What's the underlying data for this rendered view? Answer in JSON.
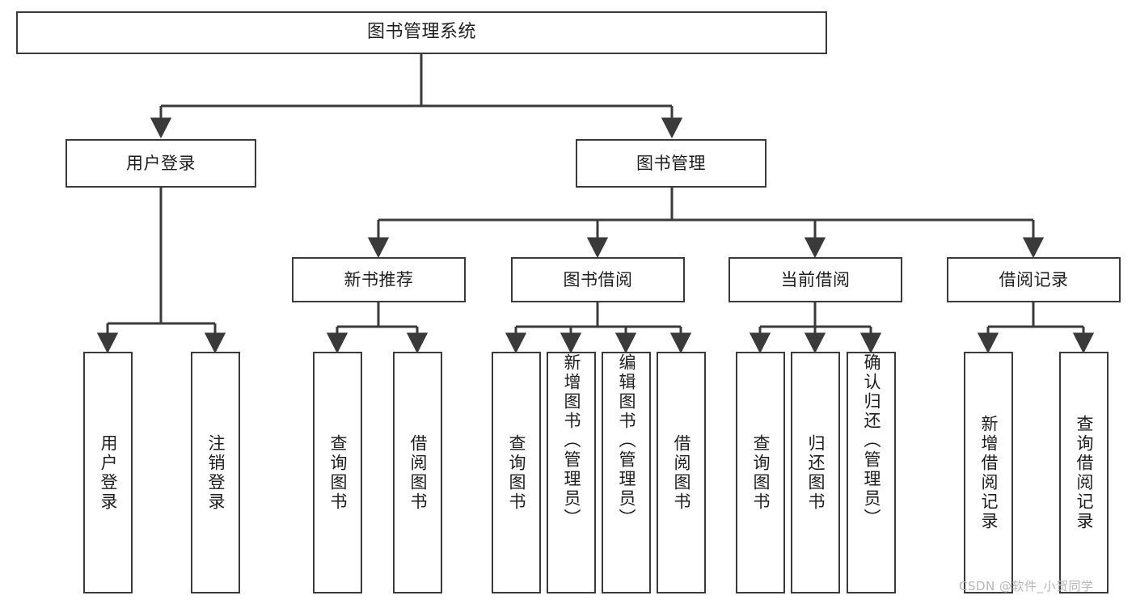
{
  "diagram": {
    "type": "tree",
    "title": "图书管理系统",
    "root": {
      "label": "图书管理系统"
    },
    "level1": [
      {
        "label": "用户登录"
      },
      {
        "label": "图书管理"
      }
    ],
    "level2": [
      {
        "label": "新书推荐",
        "parent": "图书管理"
      },
      {
        "label": "图书借阅",
        "parent": "图书管理"
      },
      {
        "label": "当前借阅",
        "parent": "图书管理"
      },
      {
        "label": "借阅记录",
        "parent": "图书管理"
      }
    ],
    "leaves": {
      "user_login": [
        {
          "label": "用户登录"
        },
        {
          "label": "注销登录"
        }
      ],
      "new_book": [
        {
          "label": "查询图书"
        },
        {
          "label": "借阅图书"
        }
      ],
      "borrow": [
        {
          "label": "查询图书"
        },
        {
          "label": "新增图书（管理员）"
        },
        {
          "label": "编辑图书（管理员）"
        },
        {
          "label": "借阅图书"
        }
      ],
      "current": [
        {
          "label": "查询图书"
        },
        {
          "label": "归还图书"
        },
        {
          "label": "确认归还（管理员）"
        }
      ],
      "records": [
        {
          "label": "新增借阅记录"
        },
        {
          "label": "查询借阅记录"
        }
      ]
    }
  },
  "watermark": {
    "text": "CSDN @软件_小贺同学"
  },
  "colors": {
    "stroke": "#3a3a3a",
    "background": "#ffffff",
    "text": "#1d1d1d",
    "watermark": "#b6b6b6"
  }
}
